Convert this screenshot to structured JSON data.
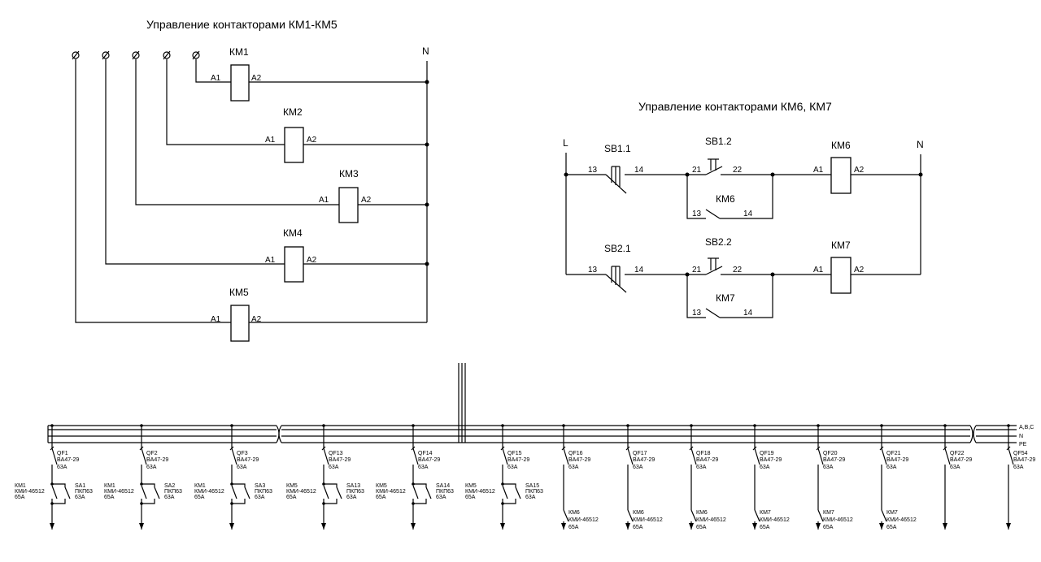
{
  "top_left": {
    "title": "Управление контакторами КМ1-КМ5",
    "n_label": "N",
    "coils": [
      {
        "name": "КМ1",
        "a1": "A1",
        "a2": "A2"
      },
      {
        "name": "КМ2",
        "a1": "A1",
        "a2": "A2"
      },
      {
        "name": "КМ3",
        "a1": "A1",
        "a2": "A2"
      },
      {
        "name": "КМ4",
        "a1": "A1",
        "a2": "A2"
      },
      {
        "name": "КМ5",
        "a1": "A1",
        "a2": "A2"
      }
    ]
  },
  "top_right": {
    "title": "Управление контакторами КМ6, КМ7",
    "l_label": "L",
    "n_label": "N",
    "rows": [
      {
        "sb_no": "SB1.1",
        "no_13": "13",
        "no_14": "14",
        "sb_nc": "SB1.2",
        "nc_21": "21",
        "nc_22": "22",
        "hold": "КМ6",
        "h13": "13",
        "h14": "14",
        "coil": "КМ6",
        "a1": "A1",
        "a2": "A2"
      },
      {
        "sb_no": "SB2.1",
        "no_13": "13",
        "no_14": "14",
        "sb_nc": "SB2.2",
        "nc_21": "21",
        "nc_22": "22",
        "hold": "КМ7",
        "h13": "13",
        "h14": "14",
        "coil": "КМ7",
        "a1": "A1",
        "a2": "A2"
      }
    ]
  },
  "bus": {
    "labels": [
      "A,B,C",
      "N",
      "PE"
    ],
    "feeders": [
      {
        "qf": "QF1",
        "type": "BA47-29",
        "rating": "63A",
        "km": "КМ1",
        "km_type": "КМИ-46512",
        "km_rating": "65A",
        "sa": "SA1",
        "sa_type": "ПКП63",
        "sa_rating": "63A"
      },
      {
        "qf": "QF2",
        "type": "BA47-29",
        "rating": "63A",
        "km": "КМ1",
        "km_type": "КМИ-46512",
        "km_rating": "65A",
        "sa": "SA2",
        "sa_type": "ПКП63",
        "sa_rating": "63A"
      },
      {
        "qf": "QF3",
        "type": "BA47-29",
        "rating": "63A",
        "km": "КМ1",
        "km_type": "КМИ-46512",
        "km_rating": "65A",
        "sa": "SA3",
        "sa_type": "ПКП63",
        "sa_rating": "63A"
      },
      {
        "qf": "QF13",
        "type": "BA47-29",
        "rating": "63A",
        "km": "КМ5",
        "km_type": "КМИ-46512",
        "km_rating": "65A",
        "sa": "SA13",
        "sa_type": "ПКП63",
        "sa_rating": "63A"
      },
      {
        "qf": "QF14",
        "type": "BA47-29",
        "rating": "63A",
        "km": "КМ5",
        "km_type": "КМИ-46512",
        "km_rating": "65A",
        "sa": "SA14",
        "sa_type": "ПКП63",
        "sa_rating": "63A"
      },
      {
        "qf": "QF15",
        "type": "BA47-29",
        "rating": "63A",
        "km": "КМ5",
        "km_type": "КМИ-46512",
        "km_rating": "65A",
        "sa": "SA15",
        "sa_type": "ПКП63",
        "sa_rating": "63A"
      },
      {
        "qf": "QF16",
        "type": "BA47-29",
        "rating": "63A",
        "km": "КМ6",
        "km_type": "КМИ-46512",
        "km_rating": "65A"
      },
      {
        "qf": "QF17",
        "type": "BA47-29",
        "rating": "63A",
        "km": "КМ6",
        "km_type": "КМИ-46512",
        "km_rating": "65A"
      },
      {
        "qf": "QF18",
        "type": "BA47-29",
        "rating": "63A",
        "km": "КМ6",
        "km_type": "КМИ-46512",
        "km_rating": "65A"
      },
      {
        "qf": "QF19",
        "type": "BA47-29",
        "rating": "63A",
        "km": "КМ7",
        "km_type": "КМИ-46512",
        "km_rating": "65A"
      },
      {
        "qf": "QF20",
        "type": "BA47-29",
        "rating": "63A",
        "km": "КМ7",
        "km_type": "КМИ-46512",
        "km_rating": "65A"
      },
      {
        "qf": "QF21",
        "type": "BA47-29",
        "rating": "63A",
        "km": "КМ7",
        "km_type": "КМИ-46512",
        "km_rating": "65A"
      },
      {
        "qf": "QF22",
        "type": "BA47-29",
        "rating": "63A"
      },
      {
        "qf": "QF54",
        "type": "BA47-29",
        "rating": "63A"
      }
    ]
  }
}
